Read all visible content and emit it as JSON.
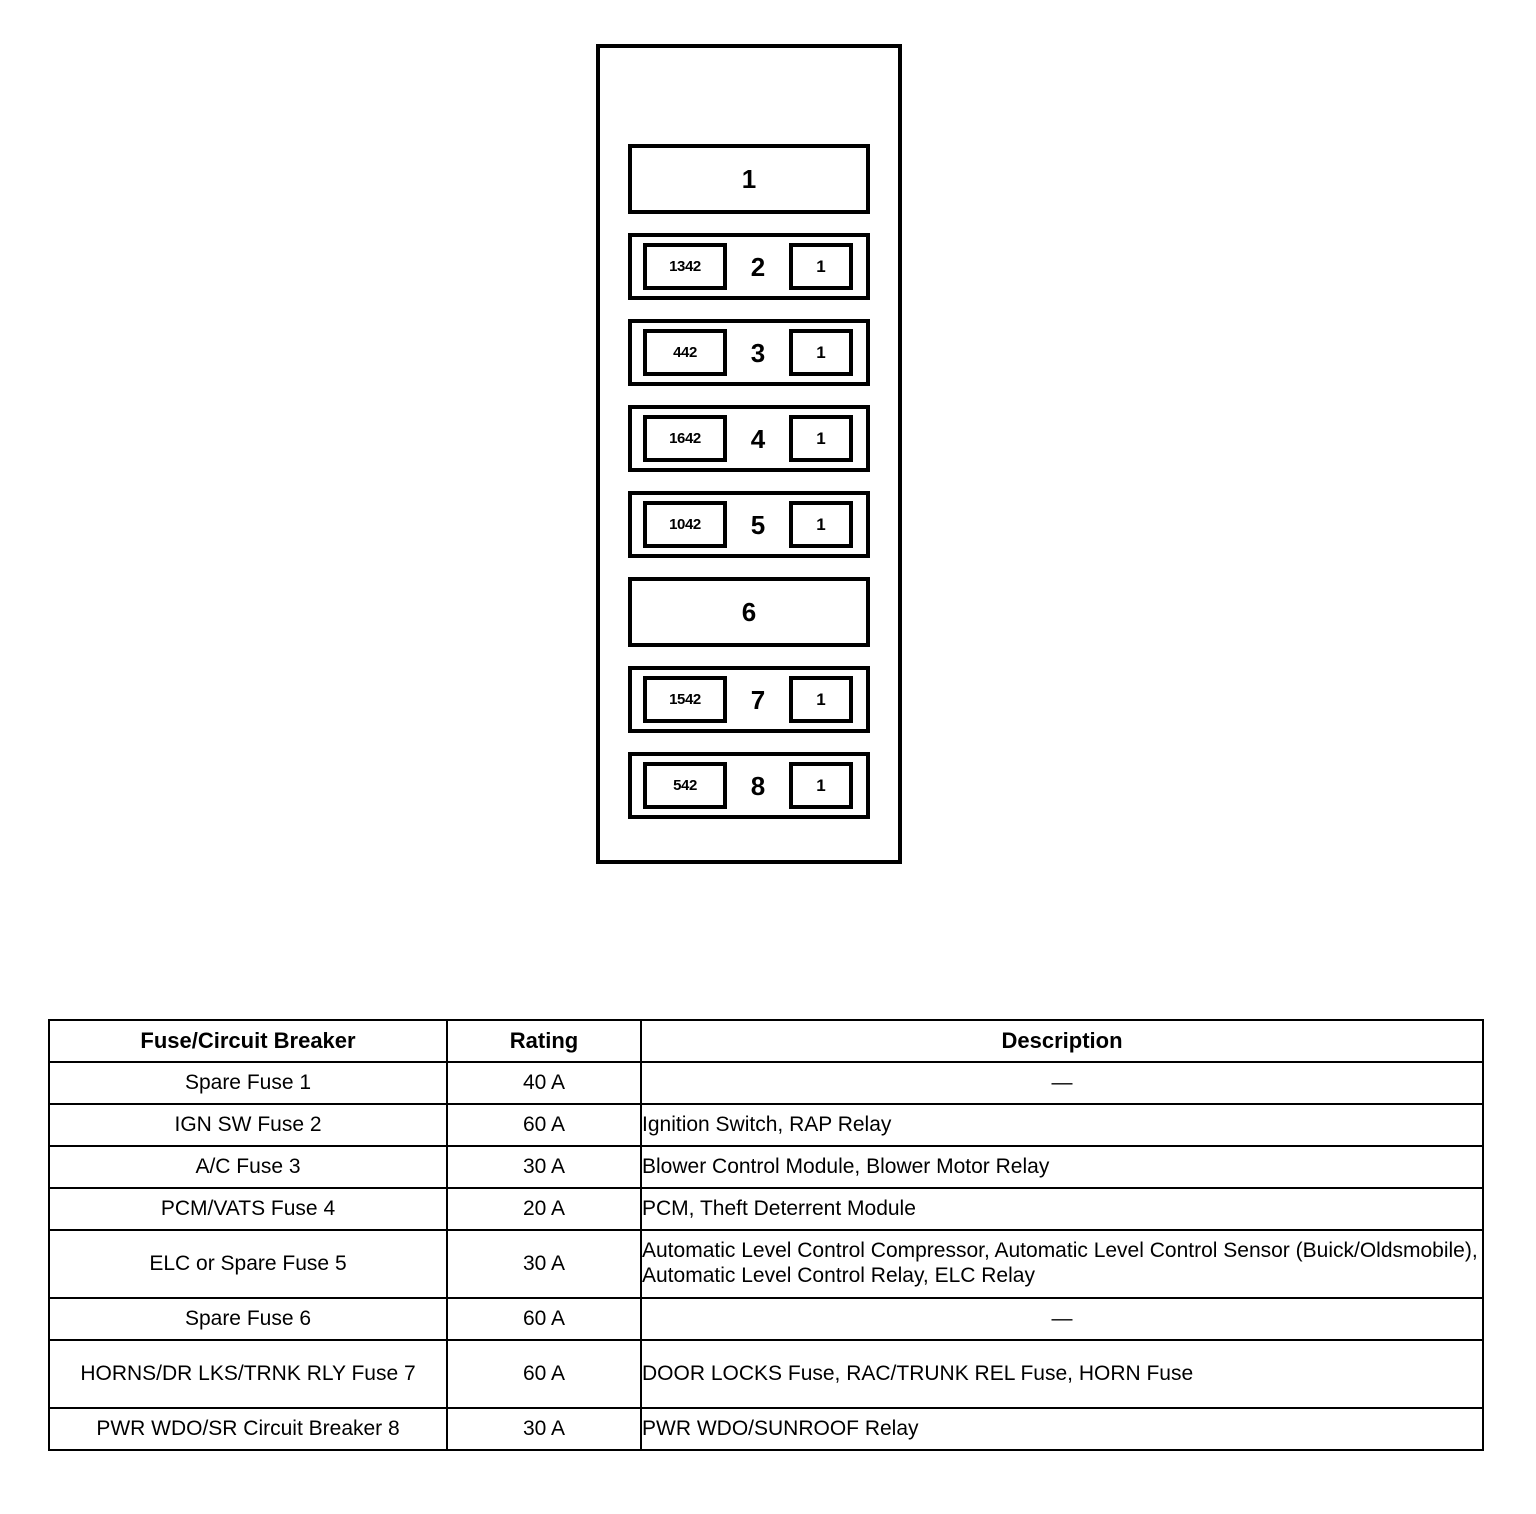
{
  "diagram": {
    "name": "underhood-fuse-block",
    "slots": [
      {
        "index": "1",
        "type": "spare",
        "code": null,
        "cavity": null
      },
      {
        "index": "2",
        "type": "fuse",
        "code": "1342",
        "cavity": "1"
      },
      {
        "index": "3",
        "type": "fuse",
        "code": "442",
        "cavity": "1"
      },
      {
        "index": "4",
        "type": "fuse",
        "code": "1642",
        "cavity": "1"
      },
      {
        "index": "5",
        "type": "fuse",
        "code": "1042",
        "cavity": "1"
      },
      {
        "index": "6",
        "type": "spare",
        "code": null,
        "cavity": null
      },
      {
        "index": "7",
        "type": "fuse",
        "code": "1542",
        "cavity": "1"
      },
      {
        "index": "8",
        "type": "fuse",
        "code": "542",
        "cavity": "1"
      }
    ]
  },
  "table": {
    "headers": {
      "name": "Fuse/Circuit Breaker",
      "rating": "Rating",
      "description": "Description"
    },
    "rows": [
      {
        "name": "Spare Fuse 1",
        "rating": "40 A",
        "description": "—"
      },
      {
        "name": "IGN SW Fuse 2",
        "rating": "60 A",
        "description": "Ignition Switch, RAP Relay"
      },
      {
        "name": "A/C Fuse 3",
        "rating": "30 A",
        "description": "Blower Control Module, Blower Motor Relay"
      },
      {
        "name": "PCM/VATS Fuse 4",
        "rating": "20 A",
        "description": "PCM, Theft Deterrent Module"
      },
      {
        "name": "ELC or Spare Fuse 5",
        "rating": "30 A",
        "description": "Automatic Level Control Compressor, Automatic Level Control Sensor (Buick/Oldsmobile), Automatic Level Control Relay, ELC Relay"
      },
      {
        "name": "Spare Fuse 6",
        "rating": "60 A",
        "description": "—"
      },
      {
        "name": "HORNS/DR LKS/TRNK RLY Fuse 7",
        "rating": "60 A",
        "description": "DOOR LOCKS Fuse, RAC/TRUNK REL Fuse, HORN Fuse"
      },
      {
        "name": "PWR WDO/SR Circuit Breaker 8",
        "rating": "30 A",
        "description": "PWR WDO/SUNROOF Relay"
      }
    ]
  },
  "colors": {
    "ink": "#000000",
    "paper": "#ffffff"
  }
}
